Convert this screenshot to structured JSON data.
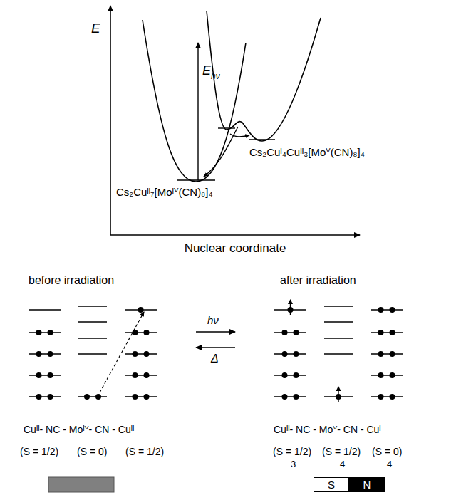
{
  "diagram": {
    "nodes": [
      {
        "text": [
          "S"
        ]
      },
      {
        "text": [
          "N"
        ]
      }
    ],
    "labels": [
      "E",
      "E",
      "hν",
      "Cs₂Cuᴵ₄Cuᴵᴵ₃[Moⱽ(CN)₈]₄",
      "Cs₂Cuᴵᴵ₇[Moᴵⱽ(CN)₈]₄",
      "Nuclear coordinate",
      "before irradiation",
      "after irradiation",
      "hν",
      "Δ",
      "Cuᴵᴵ- NC - Moᴵⱽ- CN - Cuᴵᴵ",
      "Cuᴵᴵ- NC - Moⱽ- CN - Cuᴵ",
      "(S = 1/2)",
      "(S = 0)",
      "(S = 1/2)",
      "(S = 1/2)",
      "3",
      "(S = 1/2)",
      "4",
      "(S = 0)",
      "4"
    ]
  }
}
